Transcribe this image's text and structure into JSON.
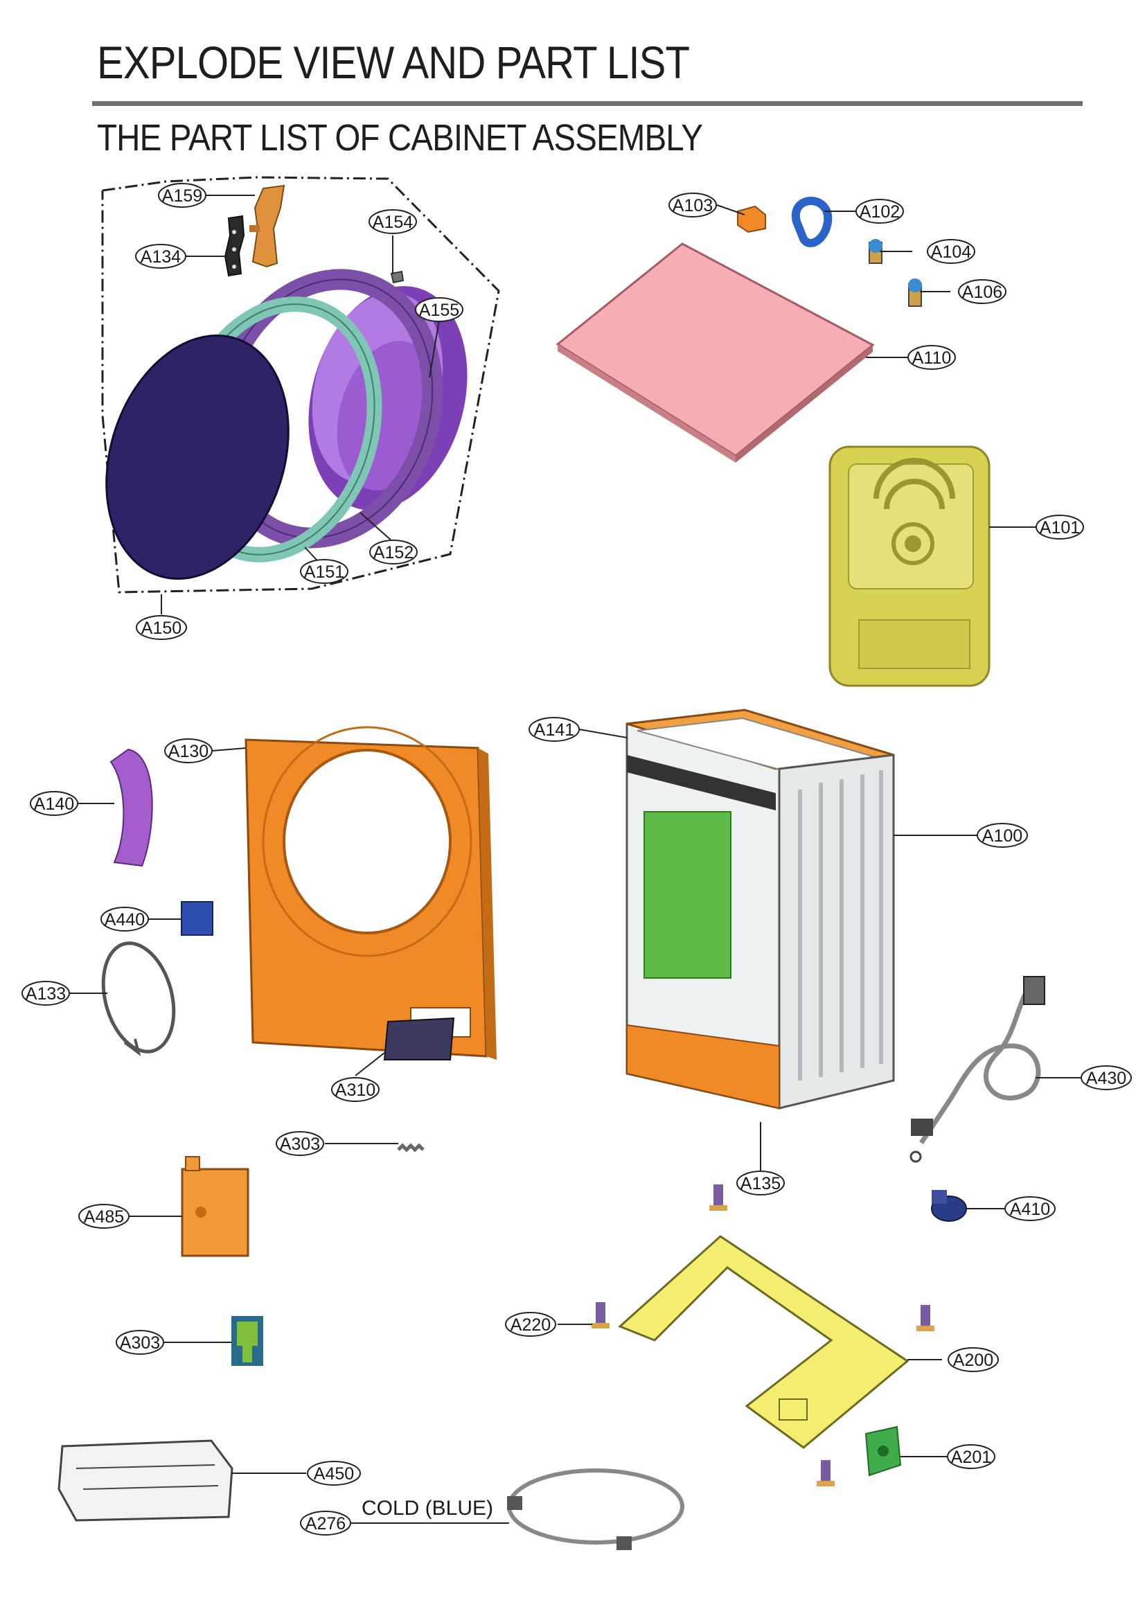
{
  "title": "EXPLODE VIEW AND PART LIST",
  "subtitle": "THE PART LIST OF  CABINET ASSEMBLY",
  "labels": {
    "A159": "A159",
    "A134": "A134",
    "A154": "A154",
    "A155": "A155",
    "A152": "A152",
    "A151": "A151",
    "A150": "A150",
    "A103": "A103",
    "A102": "A102",
    "A104": "A104",
    "A106": "A106",
    "A110": "A110",
    "A101": "A101",
    "A141": "A141",
    "A130": "A130",
    "A140": "A140",
    "A100": "A100",
    "A440": "A440",
    "A133": "A133",
    "A310": "A310",
    "A430": "A430",
    "A303_spring": "A303",
    "A135": "A135",
    "A485": "A485",
    "A410": "A410",
    "A220": "A220",
    "A200": "A200",
    "A303_brush": "A303",
    "A201": "A201",
    "A450": "A450",
    "A276": "A276"
  },
  "hose_note": "COLD (BLUE)",
  "colors": {
    "heading_rule": "#6f6f6f",
    "door_glass": "#2e2366",
    "door_ring_outer": "#7fc6b4",
    "door_ring_inner": "#7c4fa8",
    "door_boot": "#9b5cd2",
    "top_plate": "#f6aeb4",
    "back_cover": "#d8d253",
    "front_panel": "#f08a26",
    "cabinet_shell": "#eef1f2",
    "pcb_board": "#5cbc45",
    "base_frame": "#f4ee70",
    "gasket": "#a55ccd",
    "connector_blue": "#2f4fb0",
    "brush_green": "#7fbf3c"
  }
}
